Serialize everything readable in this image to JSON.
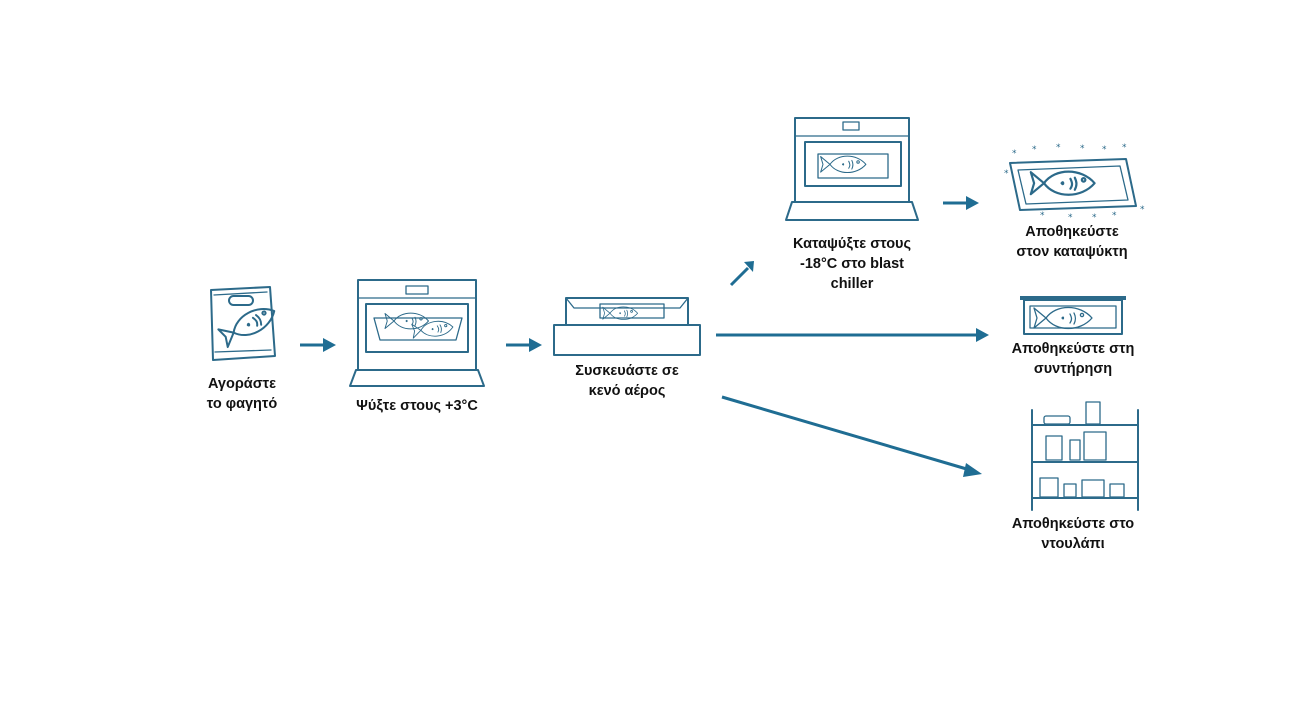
{
  "colors": {
    "ink": "#2c6a8a",
    "arrow": "#1f6d93",
    "text": "#111111"
  },
  "steps": {
    "buy": {
      "icon": "fish-bag-icon",
      "line1": "Αγοράστε",
      "line2": "το φαγητό"
    },
    "chill": {
      "icon": "oven-chill-icon",
      "line1": "Ψύξτε στους +3°C"
    },
    "vacuum": {
      "icon": "vacuum-drawer-icon",
      "line1": "Συσκευάστε σε",
      "line2": "κενό αέρος"
    },
    "freeze": {
      "icon": "oven-freeze-icon",
      "line1": "Καταψύξτε στους",
      "line2": "-18°C στο blast",
      "line3": "chiller"
    },
    "freezer": {
      "icon": "frozen-fish-tray-icon",
      "line1": "Αποθηκεύστε",
      "line2": "στον καταψύκτη"
    },
    "fridge": {
      "icon": "fish-container-icon",
      "line1": "Αποθηκεύστε στη",
      "line2": "συντήρηση"
    },
    "cupboard": {
      "icon": "shelf-cupboard-icon",
      "line1": "Αποθηκεύστε στο",
      "line2": "ντουλάπι"
    }
  }
}
